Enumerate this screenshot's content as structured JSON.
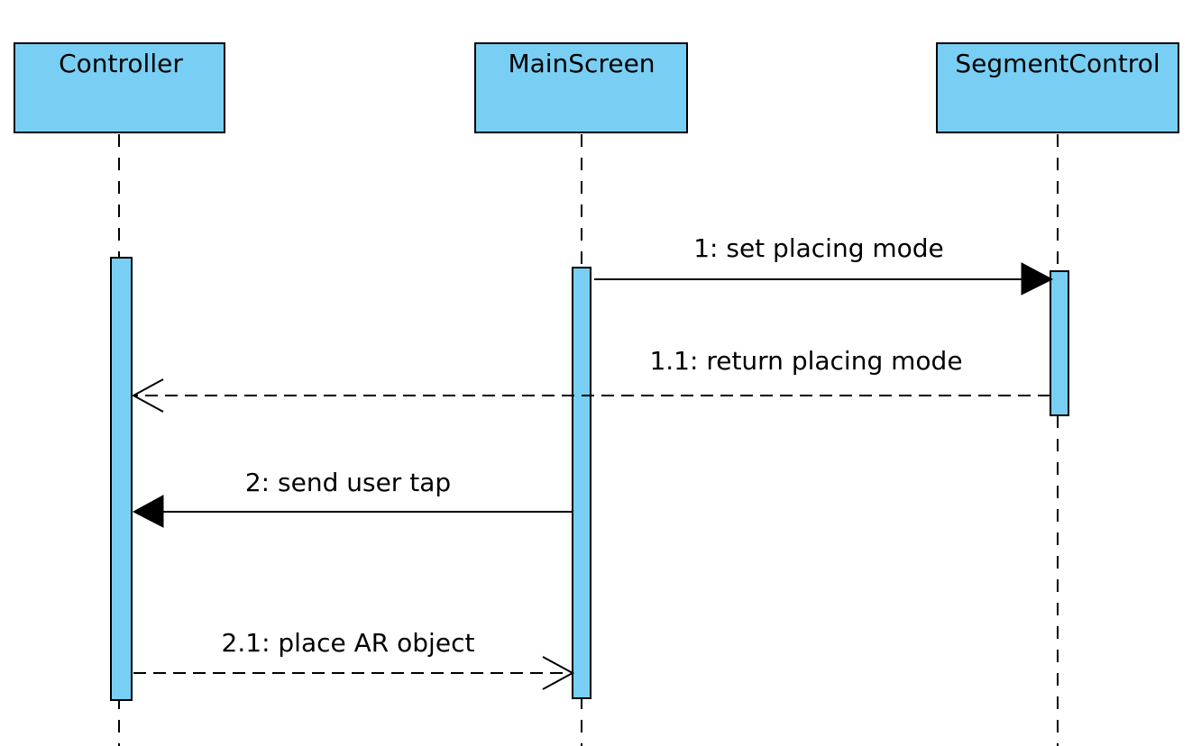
{
  "colors": {
    "fill": "#79CFF3",
    "line": "#000000",
    "background": "#FFFFFF"
  },
  "actors": [
    {
      "name": "Controller"
    },
    {
      "name": "MainScreen"
    },
    {
      "name": "SegmentControl"
    }
  ],
  "messages": [
    {
      "label": "1: set placing mode",
      "from": "MainScreen",
      "to": "SegmentControl",
      "kind": "synchronous"
    },
    {
      "label": "1.1: return placing mode",
      "from": "SegmentControl",
      "to": "Controller",
      "kind": "reply"
    },
    {
      "label": "2: send user tap",
      "from": "MainScreen",
      "to": "Controller",
      "kind": "synchronous"
    },
    {
      "label": "2.1: place AR object",
      "from": "Controller",
      "to": "MainScreen",
      "kind": "reply"
    }
  ]
}
